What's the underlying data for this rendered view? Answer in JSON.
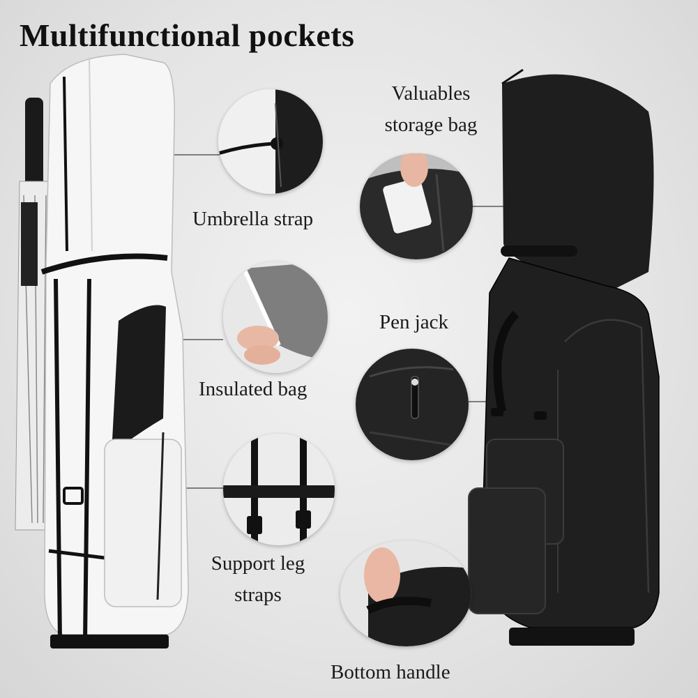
{
  "title": "Multifunctional pockets",
  "labels": {
    "umbrella_strap": "Umbrella strap",
    "insulated_bag": "Insulated bag",
    "support_leg_straps_line1": "Support leg",
    "support_leg_straps_line2": "straps",
    "valuables_line1": "Valuables",
    "valuables_line2": "storage bag",
    "pen_jack": "Pen jack",
    "bottom_handle": "Bottom handle"
  },
  "colors": {
    "background": "#e6e6e6",
    "white_bag": "#f7f7f7",
    "black_bag": "#1c1c1c",
    "callout_line": "#555555"
  }
}
